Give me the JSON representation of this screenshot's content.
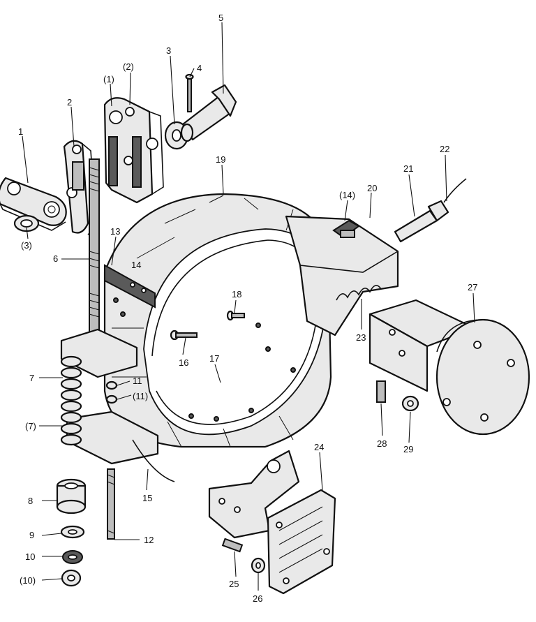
{
  "callouts": [
    {
      "id": "c1",
      "text": "1"
    },
    {
      "id": "c2",
      "text": "2"
    },
    {
      "id": "c3p",
      "text": "(3)"
    },
    {
      "id": "c1p",
      "text": "(1)"
    },
    {
      "id": "c2p",
      "text": "(2)"
    },
    {
      "id": "c3",
      "text": "3"
    },
    {
      "id": "c4",
      "text": "4"
    },
    {
      "id": "c5",
      "text": "5"
    },
    {
      "id": "c6",
      "text": "6"
    },
    {
      "id": "c13",
      "text": "13"
    },
    {
      "id": "c14a",
      "text": "14"
    },
    {
      "id": "c19",
      "text": "19"
    },
    {
      "id": "c14p",
      "text": "(14)"
    },
    {
      "id": "c20",
      "text": "20"
    },
    {
      "id": "c21",
      "text": "21"
    },
    {
      "id": "c22",
      "text": "22"
    },
    {
      "id": "c18",
      "text": "18"
    },
    {
      "id": "c27",
      "text": "27"
    },
    {
      "id": "c23",
      "text": "23"
    },
    {
      "id": "c16",
      "text": "16"
    },
    {
      "id": "c17",
      "text": "17"
    },
    {
      "id": "c7",
      "text": "7"
    },
    {
      "id": "c11",
      "text": "11"
    },
    {
      "id": "c11p",
      "text": "(11)"
    },
    {
      "id": "c7p",
      "text": "(7)"
    },
    {
      "id": "c28",
      "text": "28"
    },
    {
      "id": "c29",
      "text": "29"
    },
    {
      "id": "c24",
      "text": "24"
    },
    {
      "id": "c15",
      "text": "15"
    },
    {
      "id": "c8",
      "text": "8"
    },
    {
      "id": "c12",
      "text": "12"
    },
    {
      "id": "c9",
      "text": "9"
    },
    {
      "id": "c10",
      "text": "10"
    },
    {
      "id": "c10p",
      "text": "(10)"
    },
    {
      "id": "c25",
      "text": "25"
    },
    {
      "id": "c26",
      "text": "26"
    }
  ]
}
